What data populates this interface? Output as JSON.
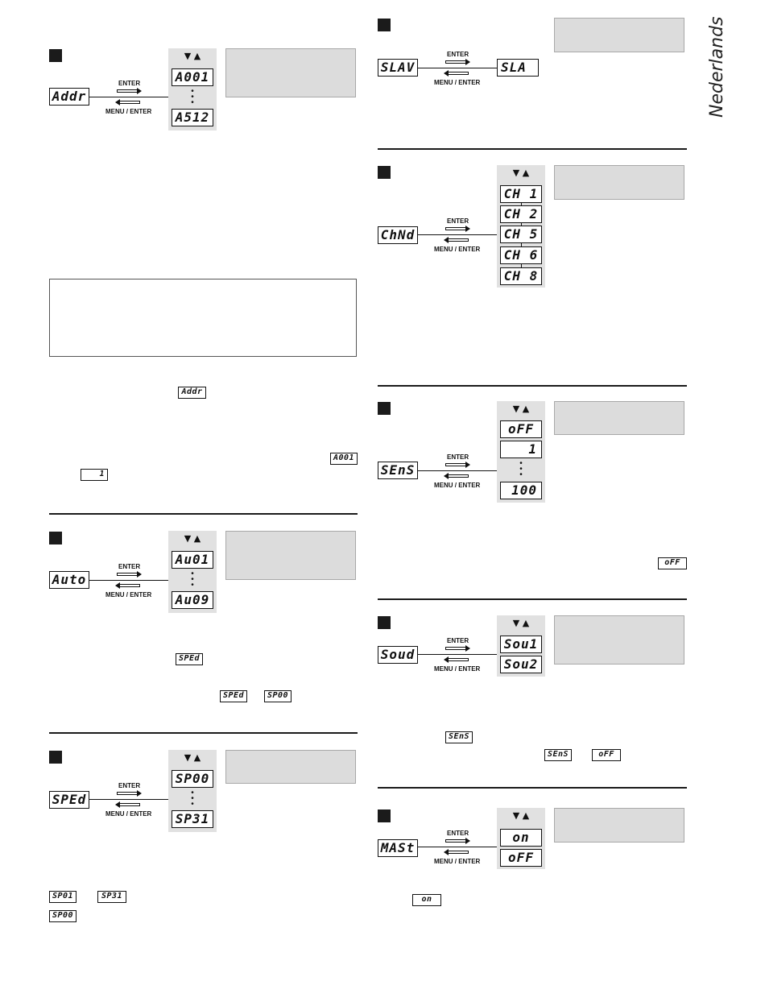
{
  "side_label": "Nederlands",
  "labels": {
    "enter": "ENTER",
    "menu_enter": "MENU / ENTER",
    "arrows": "▼ ▲"
  },
  "sections": {
    "addr": {
      "display": "Addr",
      "options": [
        "A001",
        "A512"
      ]
    },
    "auto": {
      "display": "Auto",
      "options": [
        "Au01",
        "Au09"
      ]
    },
    "sped": {
      "display": "SPEd",
      "options": [
        "SP00",
        "SP31"
      ]
    },
    "slav": {
      "display": "SLAV",
      "target": "SLA"
    },
    "chnd": {
      "display": "ChNd",
      "options": [
        "CH 1",
        "CH 2",
        "CH 5",
        "CH 6",
        "CH 8"
      ]
    },
    "sens": {
      "display": "SEnS",
      "options": [
        "oFF",
        "1",
        "100"
      ]
    },
    "soud": {
      "display": "Soud",
      "options": [
        "Sou1",
        "Sou2"
      ]
    },
    "mast": {
      "display": "MASt",
      "options": [
        "on",
        "oFF"
      ]
    }
  },
  "inline_displays": {
    "addr_ref": "Addr",
    "a001_ref": "A001",
    "one_ref": "1",
    "sped_ref": "SPEd",
    "sped_ref2": "SPEd",
    "sp00_ref": "SP00",
    "sp01_ref": "SP01",
    "sp31_ref": "SP31",
    "sp00_ref2": "SP00",
    "off_ref": "oFF",
    "sens_ref": "SEnS",
    "sens_ref2": "SEnS",
    "off_ref2": "oFF",
    "on_ref": "on"
  }
}
